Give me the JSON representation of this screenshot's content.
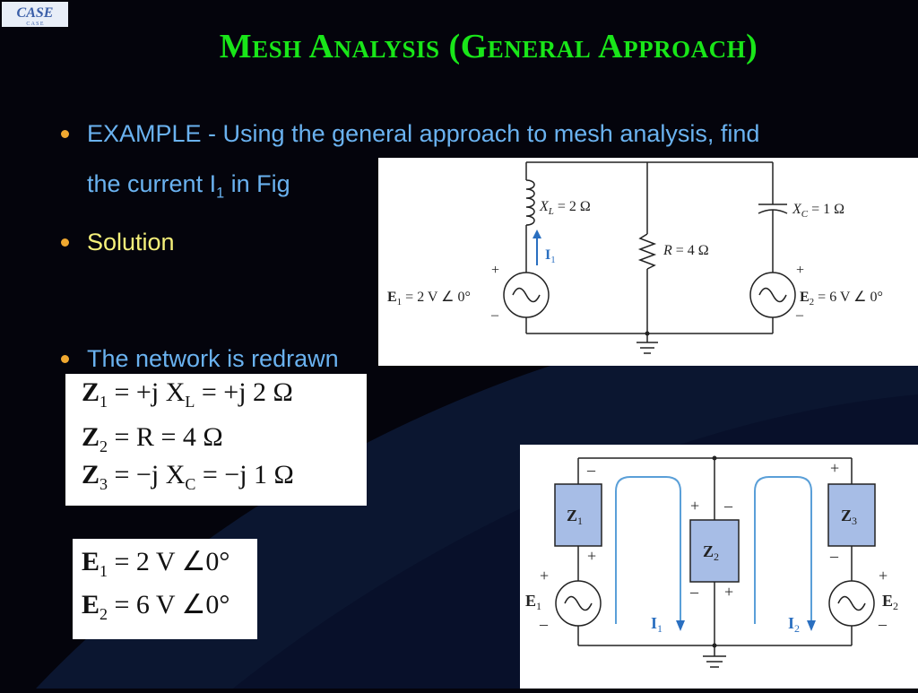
{
  "logo": {
    "text": "CASE",
    "subtext": "C A S E"
  },
  "title": "Mesh Analysis (General Approach)",
  "bullets": [
    {
      "line1": "EXAMPLE - Using the general approach to mesh analysis, find",
      "line2_pre": "the current I",
      "line2_sub": "1",
      "line2_post": " in Fig"
    },
    {
      "text": "Solution"
    },
    {
      "text": "The network is redrawn"
    }
  ],
  "fig1": {
    "xl_label": "X",
    "xl_sub": "L",
    "xl_val": "= 2 Ω",
    "r_label": "R",
    "r_val": "= 4 Ω",
    "xc_label": "X",
    "xc_sub": "C",
    "xc_val": "= 1 Ω",
    "i1": "I",
    "i1_sub": "1",
    "e1": "E",
    "e1_sub": "1",
    "e1_val": "= 2 V ∠ 0°",
    "e2": "E",
    "e2_sub": "2",
    "e2_val": "= 6 V ∠ 0°",
    "plus": "+",
    "minus": "–"
  },
  "impedance_eqs": [
    {
      "lhs": "Z",
      "sub": "1",
      "rhs": "= +j X",
      "rsub": "L",
      "tail": "= +j 2 Ω"
    },
    {
      "lhs": "Z",
      "sub": "2",
      "rhs": "= R = 4 Ω",
      "rsub": "",
      "tail": ""
    },
    {
      "lhs": "Z",
      "sub": "3",
      "rhs": "= −j X",
      "rsub": "C",
      "tail": "= −j 1 Ω"
    }
  ],
  "source_eqs": [
    {
      "lhs": "E",
      "sub": "1",
      "rhs": "= 2 V ∠0°"
    },
    {
      "lhs": "E",
      "sub": "2",
      "rhs": "= 6 V ∠0°"
    }
  ],
  "fig2": {
    "z1": "Z",
    "z1_sub": "1",
    "z2": "Z",
    "z2_sub": "2",
    "z3": "Z",
    "z3_sub": "3",
    "e1": "E",
    "e1_sub": "1",
    "e2": "E",
    "e2_sub": "2",
    "i1": "I",
    "i1_sub": "1",
    "i2": "I",
    "i2_sub": "2",
    "plus": "+",
    "minus": "–"
  },
  "colors": {
    "title": "#19e619",
    "text": "#6ab2f0",
    "highlight": "#f5f07a",
    "bullet": "#f0a830"
  }
}
